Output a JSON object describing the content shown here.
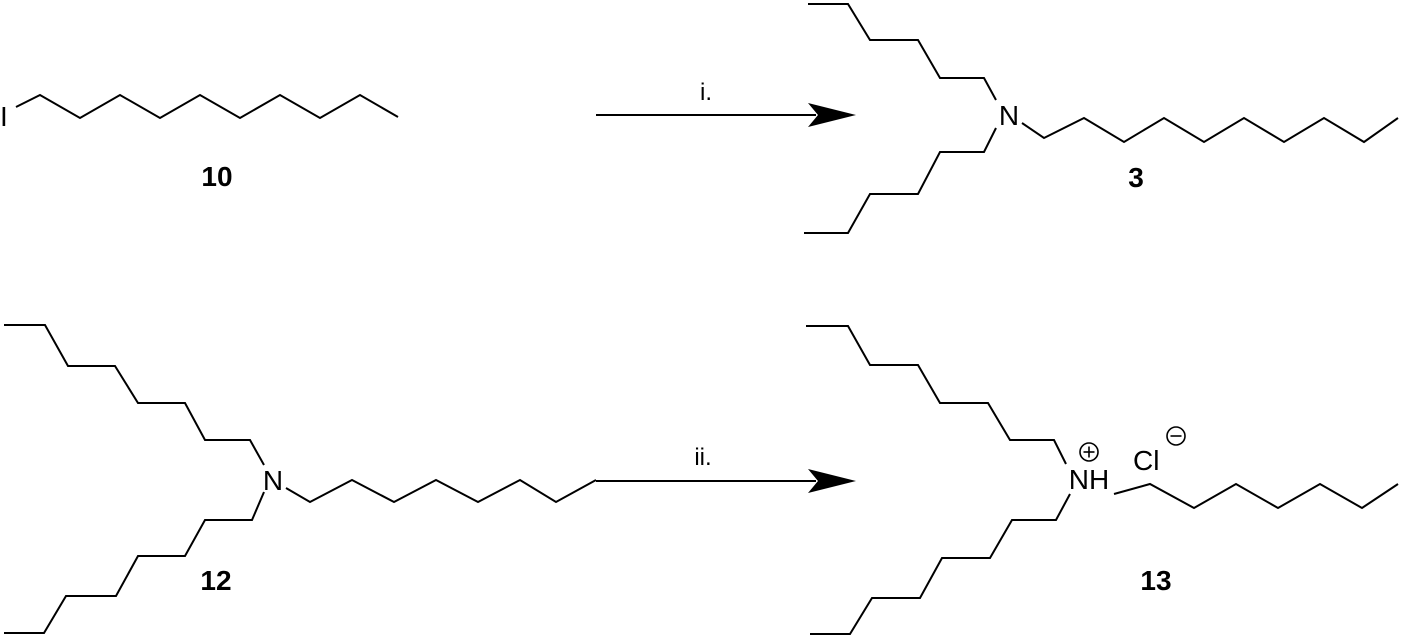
{
  "reactions": [
    {
      "reagent": {
        "label": "10",
        "heteroatom": "I"
      },
      "conditions": "i.",
      "product": {
        "label": "3",
        "heteroatom": "N"
      }
    },
    {
      "reagent": {
        "label": "12",
        "heteroatom": "N"
      },
      "conditions": "ii.",
      "product": {
        "label": "13",
        "cation_atom": "NH",
        "counterion": "Cl",
        "cation_charge": "+",
        "anion_charge": "-"
      }
    }
  ]
}
